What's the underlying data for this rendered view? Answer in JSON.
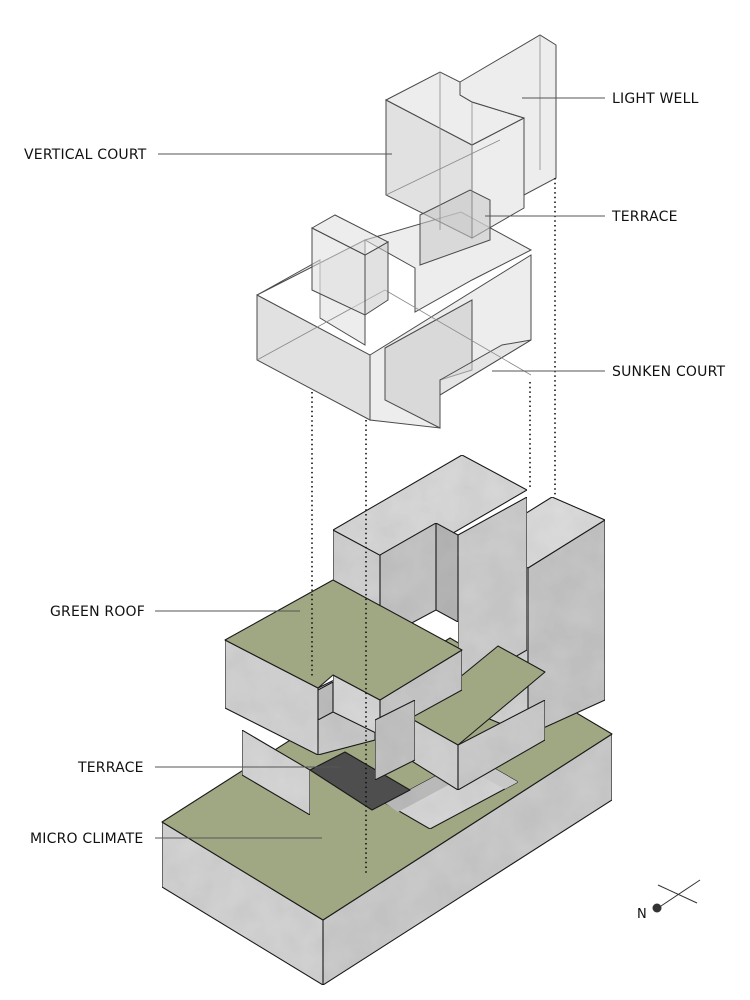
{
  "labels": {
    "light_well": "LIGHT WELL",
    "vertical_court": "VERTICAL COURT",
    "terrace_top": "TERRACE",
    "sunken_court": "SUNKEN COURT",
    "green_roof": "GREEN ROOF",
    "terrace_bottom": "TERRACE",
    "micro_climate": "MICRO CLIMATE"
  },
  "compass": {
    "north_label": "N"
  },
  "colors": {
    "concrete_light": "#dcdcdc",
    "concrete_mid": "#cfcfcf",
    "concrete_dark": "#bdbdbd",
    "green_roof": "#a0a883",
    "terrace_shadow": "#4e4e4e",
    "ghost_fill": "#dedede",
    "line": "#1a1a1a"
  }
}
